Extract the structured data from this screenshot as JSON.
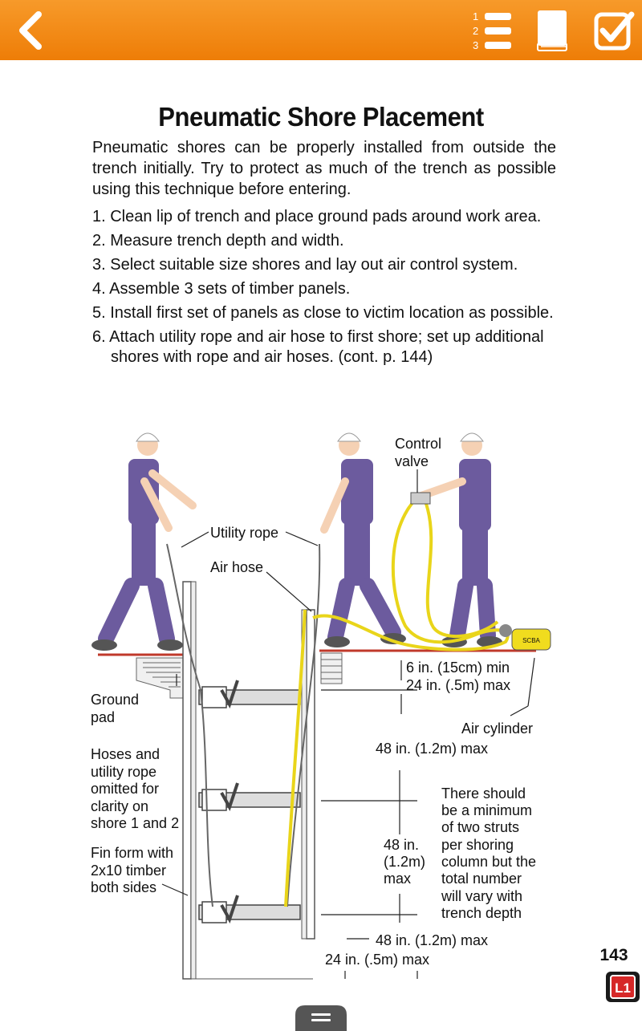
{
  "title": "Pneumatic Shore Placement",
  "intro": "Pneumatic shores can be properly installed from outside the trench initially. Try to protect as much of the trench as possible using this technique before entering.",
  "steps": [
    "1. Clean lip of trench and place ground pads around work area.",
    "2. Measure trench depth and width.",
    "3. Select suitable size shores and lay out air control system.",
    "4. Assemble 3 sets of timber panels.",
    "5. Install first set of panels as close to victim location as possible.",
    "6. Attach utility rope and air hose to first shore; set up additional shores with rope and air hoses. (cont. p. 144)"
  ],
  "toolbar_digits": [
    "1",
    "2",
    "3"
  ],
  "figure": {
    "control_valve_1": "Control",
    "control_valve_2": "valve",
    "utility_rope": "Utility rope",
    "air_hose": "Air hose",
    "scba": "SCBA",
    "six_in_min": "6 in. (15cm) min",
    "twentyfour_max": "24 in. (.5m) max",
    "air_cylinder": "Air cylinder",
    "ground_pad_1": "Ground",
    "ground_pad_2": "pad",
    "hoses_1": "Hoses and",
    "hoses_2": "utility rope",
    "hoses_3": "omitted for",
    "hoses_4": "clarity on",
    "hoses_5": "shore 1 and 2",
    "fin_1": "Fin form with",
    "fin_2": "2x10 timber",
    "fin_3": "both sides",
    "dim_48_top": "48 in. (1.2m) max",
    "dim_48_mid_1": "48 in.",
    "dim_48_mid_2": "(1.2m)",
    "dim_48_mid_3": "max",
    "strut_1": "There should",
    "strut_2": "be a minimum",
    "strut_3": "of two struts",
    "strut_4": "per shoring",
    "strut_5": "column but the",
    "strut_6": "total number",
    "strut_7": "will vary with",
    "strut_8": "trench depth",
    "dim_48_bottom": "48 in. (1.2m) max",
    "dim_24_bottom": "24 in. (.5m) max"
  },
  "page_number": "143",
  "logo_text": "L1",
  "colors": {
    "toolbar": "#f28a12",
    "hose": "#f0dc1e",
    "uniform": "#6c5b9e",
    "ground_line": "#c0392b"
  }
}
